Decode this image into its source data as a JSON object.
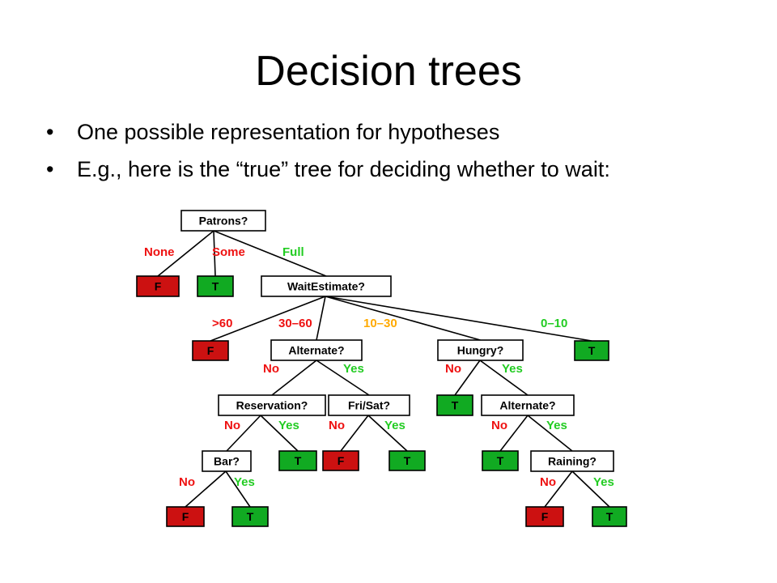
{
  "slide": {
    "title": "Decision trees",
    "bullets": [
      "One possible representation for hypotheses",
      "E.g., here is the “true” tree for deciding whether to wait:"
    ]
  },
  "colors": {
    "leaf_false_fill": "#cc1111",
    "leaf_true_fill": "#11aa22",
    "label_red": "#ee1111",
    "label_green": "#22cc22",
    "label_orange": "#ffaa00",
    "node_stroke": "#000000",
    "edge_stroke": "#000000"
  },
  "tree": {
    "nodes": [
      {
        "id": "patrons",
        "kind": "attr",
        "label": "Patrons?"
      },
      {
        "id": "leaf-none",
        "kind": "leaf",
        "label": "F"
      },
      {
        "id": "leaf-some",
        "kind": "leaf",
        "label": "T"
      },
      {
        "id": "waitestimate",
        "kind": "attr",
        "label": "WaitEstimate?"
      },
      {
        "id": "leaf-60",
        "kind": "leaf",
        "label": "F"
      },
      {
        "id": "alternate1",
        "kind": "attr",
        "label": "Alternate?"
      },
      {
        "id": "hungry",
        "kind": "attr",
        "label": "Hungry?"
      },
      {
        "id": "leaf-010",
        "kind": "leaf",
        "label": "T"
      },
      {
        "id": "reservation",
        "kind": "attr",
        "label": "Reservation?"
      },
      {
        "id": "frisat",
        "kind": "attr",
        "label": "Fri/Sat?"
      },
      {
        "id": "leaf-hungry-no",
        "kind": "leaf",
        "label": "T"
      },
      {
        "id": "alternate2",
        "kind": "attr",
        "label": "Alternate?"
      },
      {
        "id": "bar",
        "kind": "attr",
        "label": "Bar?"
      },
      {
        "id": "leaf-res-yes",
        "kind": "leaf",
        "label": "T"
      },
      {
        "id": "leaf-fri-no",
        "kind": "leaf",
        "label": "F"
      },
      {
        "id": "leaf-fri-yes",
        "kind": "leaf",
        "label": "T"
      },
      {
        "id": "leaf-alt2-no",
        "kind": "leaf",
        "label": "T"
      },
      {
        "id": "raining",
        "kind": "attr",
        "label": "Raining?"
      },
      {
        "id": "leaf-bar-no",
        "kind": "leaf",
        "label": "F"
      },
      {
        "id": "leaf-bar-yes",
        "kind": "leaf",
        "label": "T"
      },
      {
        "id": "leaf-rain-no",
        "kind": "leaf",
        "label": "F"
      },
      {
        "id": "leaf-rain-yes",
        "kind": "leaf",
        "label": "T"
      }
    ],
    "edges": [
      {
        "from": "patrons",
        "to": "leaf-none",
        "label": "None",
        "color": "red"
      },
      {
        "from": "patrons",
        "to": "leaf-some",
        "label": "Some",
        "color": "red"
      },
      {
        "from": "patrons",
        "to": "waitestimate",
        "label": "Full",
        "color": "green"
      },
      {
        "from": "waitestimate",
        "to": "leaf-60",
        "label": ">60",
        "color": "red"
      },
      {
        "from": "waitestimate",
        "to": "alternate1",
        "label": "30–60",
        "color": "red"
      },
      {
        "from": "waitestimate",
        "to": "hungry",
        "label": "10–30",
        "color": "orange"
      },
      {
        "from": "waitestimate",
        "to": "leaf-010",
        "label": "0–10",
        "color": "green"
      },
      {
        "from": "alternate1",
        "to": "reservation",
        "label": "No",
        "color": "red"
      },
      {
        "from": "alternate1",
        "to": "frisat",
        "label": "Yes",
        "color": "green"
      },
      {
        "from": "hungry",
        "to": "leaf-hungry-no",
        "label": "No",
        "color": "red"
      },
      {
        "from": "hungry",
        "to": "alternate2",
        "label": "Yes",
        "color": "green"
      },
      {
        "from": "reservation",
        "to": "bar",
        "label": "No",
        "color": "red"
      },
      {
        "from": "reservation",
        "to": "leaf-res-yes",
        "label": "Yes",
        "color": "green"
      },
      {
        "from": "frisat",
        "to": "leaf-fri-no",
        "label": "No",
        "color": "red"
      },
      {
        "from": "frisat",
        "to": "leaf-fri-yes",
        "label": "Yes",
        "color": "green"
      },
      {
        "from": "alternate2",
        "to": "leaf-alt2-no",
        "label": "No",
        "color": "red"
      },
      {
        "from": "alternate2",
        "to": "raining",
        "label": "Yes",
        "color": "green"
      },
      {
        "from": "bar",
        "to": "leaf-bar-no",
        "label": "No",
        "color": "red"
      },
      {
        "from": "bar",
        "to": "leaf-bar-yes",
        "label": "Yes",
        "color": "green"
      },
      {
        "from": "raining",
        "to": "leaf-rain-no",
        "label": "No",
        "color": "red"
      },
      {
        "from": "raining",
        "to": "leaf-rain-yes",
        "label": "Yes",
        "color": "green"
      }
    ]
  }
}
